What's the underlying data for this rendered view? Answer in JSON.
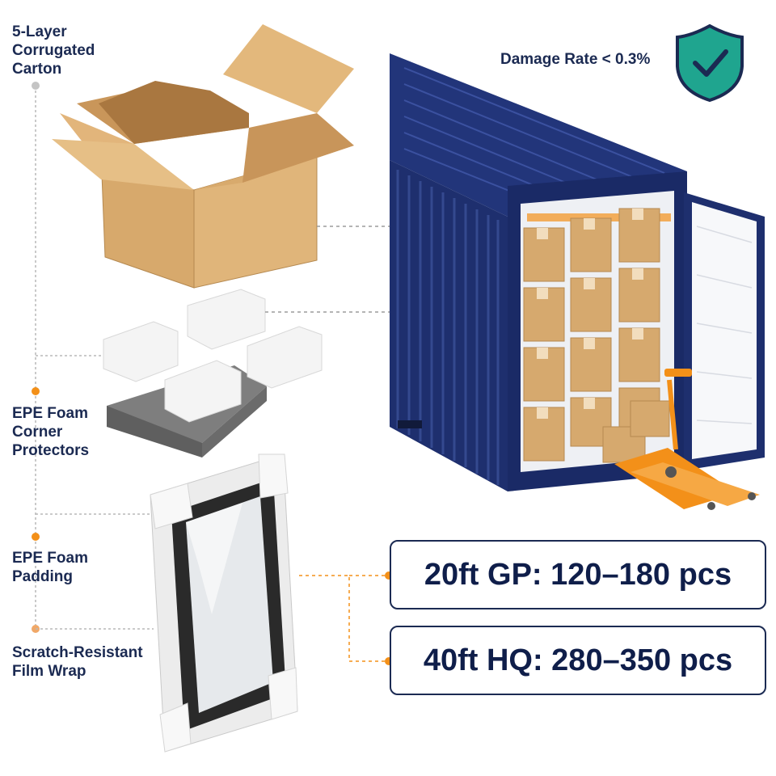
{
  "labels": {
    "carton": "5-Layer\nCorrugated\nCarton",
    "corner_protectors": "EPE Foam\nCorner\nProtectors",
    "padding": "EPE Foam\nPadding",
    "film_wrap": "Scratch-Resistant\nFilm Wrap"
  },
  "badge": {
    "text": "Damage Rate < 0.3%",
    "icon": "shield-check-icon",
    "color": "#1fa58f"
  },
  "capacity": {
    "gp20": "20ft GP: 120–180 pcs",
    "hq40": "40ft HQ: 280–350 pcs"
  },
  "colors": {
    "text": "#1b2a52",
    "container": "#1e2f6e",
    "accent": "#f39019",
    "carton": "#d6a96e"
  }
}
